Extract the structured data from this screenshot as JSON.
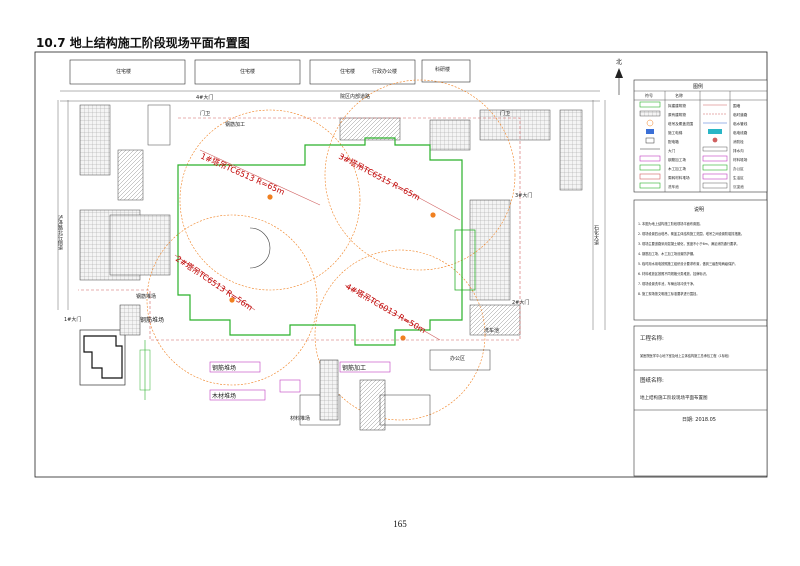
{
  "heading": "10.7 地上结构施工阶段现场平面布置图",
  "page_number": "165",
  "north": "北",
  "buildings": {
    "residential_1": "住宅楼",
    "residential_2": "住宅楼",
    "residential_3": "住宅楼",
    "admin_office": "行政办公楼",
    "research": "科研楼"
  },
  "roads": {
    "north": "院区内部道路",
    "west": "泸泽路北行侧道",
    "east": "石化大道"
  },
  "gates": [
    "1#大门",
    "2#大门",
    "3#大门",
    "4#大门"
  ],
  "cranes": [
    {
      "label": "1#塔吊TC6513 R=65m"
    },
    {
      "label": "2#塔吊TC6513 R=56m"
    },
    {
      "label": "3#塔吊TC6515 R=65m"
    },
    {
      "label": "4#塔吊TC6013 R=50m"
    }
  ],
  "site_labels": {
    "steel_yard_1": "钢筋堆场",
    "steel_yard_2": "钢筋加工",
    "steel_yard_3": "钢筋堆场",
    "steel_yard_4": "钢筋堆场",
    "steel_yard_5": "钢筋加工",
    "plant_yard": "木材堆场",
    "guard_1": "门卫",
    "guard_2": "门卫",
    "office": "办公区",
    "material": "材料堆场",
    "wash": "洗车池"
  },
  "legend": {
    "title": "图例",
    "col_symbol": "符号",
    "col_meaning": "名称",
    "items": [
      {
        "name": "拟建建筑物",
        "name2": "围墙"
      },
      {
        "name": "原有建筑物",
        "name2": "临时道路"
      },
      {
        "name": "塔吊及覆盖范围",
        "name2": "临水管线"
      },
      {
        "name": "施工电梯",
        "name2": "临电线路"
      },
      {
        "name": "配电箱",
        "name2": "消防栓"
      },
      {
        "name": "大门",
        "name2": "排水沟"
      },
      {
        "name": "钢筋加工场",
        "name2": "材料堆场"
      },
      {
        "name": "木工加工场",
        "name2": "办公区"
      },
      {
        "name": "周转材料堆场",
        "name2": "生活区"
      },
      {
        "name": "洗车池",
        "name2": "沉淀池"
      }
    ]
  },
  "notes": {
    "title": "说明",
    "lines": [
      "1. 本图为地上结构施工阶段现场平面布置图。",
      "2. 现场设置四台塔吊，覆盖主体结构施工范围，塔吊之间设置防碰撞措施。",
      "3. 现场主要道路采用混凝土硬化，宽度不小于6m，满足消防通行要求。",
      "4. 钢筋加工场、木工加工场设置防护棚。",
      "5. 临时用水用电按照施工组织设计要求布置，做到三级配电两级保护。",
      "6. 材料堆放区按照不同规格分类堆放，挂牌标识。",
      "7. 现场设置洗车池，车辆出场冲洗干净。",
      "8. 施工现场按文明施工标准要求进行围挡。"
    ]
  },
  "title_block": {
    "project_label": "工程名称:",
    "project_name": "某医院医学中心地下室及地上主体结构施工总承包工程（1标段）",
    "drawing_label": "图纸名称:",
    "drawing_name": "地上结构施工阶段现场平面布置图",
    "date": "日期: 2018.05"
  },
  "colors": {
    "building_green": "#2ab02a",
    "crane_orange": "#f08020",
    "road_gray": "#bdbdbd",
    "existing_fill": "#9a9a9a",
    "temp_red": "#d06060",
    "water_blue": "#3b6fd6",
    "magenta": "#c03ec0"
  }
}
